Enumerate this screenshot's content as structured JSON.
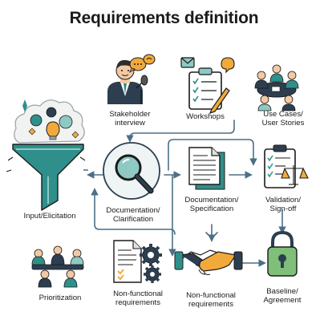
{
  "title": "Requirements definition",
  "nodes": {
    "stakeholder_interview": "Stakeholder\ninterview",
    "workshops": "Workshops",
    "use_cases": "Use Cases/\nUser Stories",
    "input_elicitation": "Input/Elicitation",
    "documentation_clarification": "Documentation/\nClarification",
    "documentation_specification": "Documentation/\nSpecification",
    "validation_signoff": "Validation/\nSign-off",
    "prioritization": "Prioritization",
    "nonfunctional_1": "Non-functional\nrequirements",
    "nonfunctional_2": "Non-functional\nrequirements",
    "baseline_agreement": "Baseline/\nAgreement"
  },
  "colors": {
    "teal": "#2f8f8a",
    "teal_light": "#8fc9c3",
    "navy": "#2d3e50",
    "arrow": "#4b6f86",
    "orange": "#f2a93b",
    "skin": "#f3c9a4"
  },
  "icons": [
    "stakeholder-speaker-icon",
    "workshop-checklist-icon",
    "team-meeting-icon",
    "funnel-ideas-icon",
    "magnifier-icon",
    "document-icon",
    "validation-clipboard-icon",
    "prioritization-team-icon",
    "requirements-gears-icon",
    "handshake-icon",
    "lock-icon"
  ]
}
